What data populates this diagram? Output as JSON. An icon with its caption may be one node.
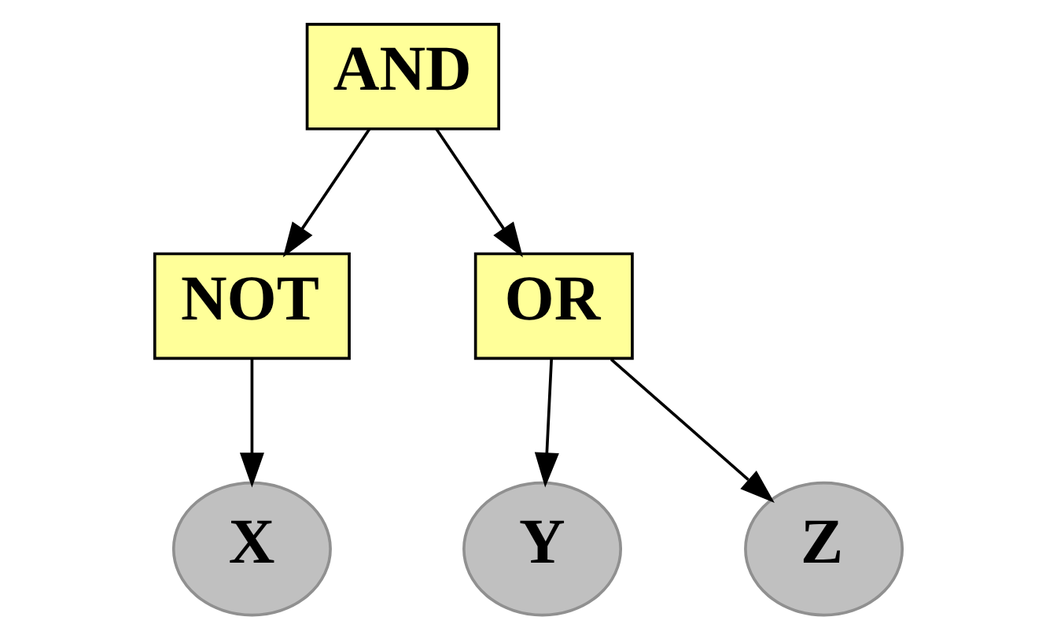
{
  "diagram": {
    "nodes": [
      {
        "text": [
          "AND"
        ]
      },
      {
        "text": [
          "NOT"
        ]
      },
      {
        "text": [
          "OR"
        ]
      },
      {
        "text": [
          "X"
        ]
      },
      {
        "text": [
          "Y"
        ]
      },
      {
        "text": [
          "Z"
        ]
      }
    ],
    "edges": [
      {
        "from": 0,
        "to": 1,
        "arrow": "to"
      },
      {
        "from": 0,
        "to": 2,
        "arrow": "to"
      },
      {
        "from": 1,
        "to": 3,
        "arrow": "to"
      },
      {
        "from": 2,
        "to": 4,
        "arrow": "to"
      },
      {
        "from": 2,
        "to": 5,
        "arrow": "to"
      }
    ]
  }
}
